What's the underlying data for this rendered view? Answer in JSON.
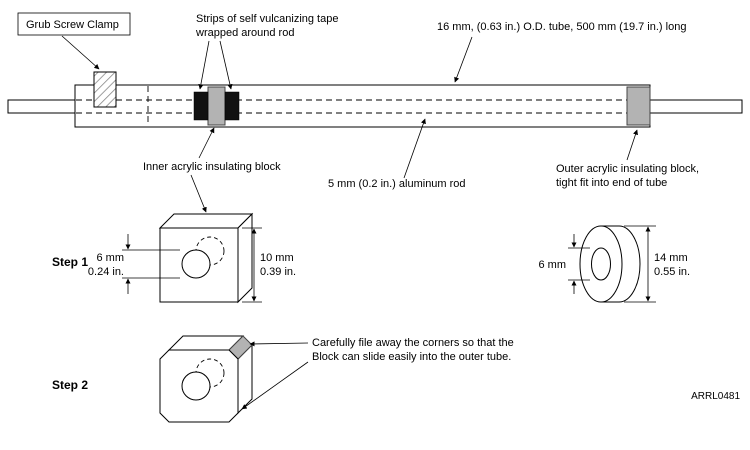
{
  "figure": {
    "code": "ARRL0481"
  },
  "assembly": {
    "clamp_label": "Grub Screw Clamp",
    "tape_label_line1": "Strips of self vulcanizing tape",
    "tape_label_line2": "wrapped around rod",
    "tube_label": "16 mm, (0.63 in.) O.D. tube, 500 mm (19.7 in.) long",
    "inner_block_label": "Inner acrylic insulating block",
    "rod_label": "5 mm (0.2 in.) aluminum rod",
    "outer_block_label_line1": "Outer acrylic insulating block,",
    "outer_block_label_line2": "tight fit into end of tube"
  },
  "step1": {
    "title": "Step 1",
    "hole_dim_mm": "6 mm",
    "hole_dim_in": "0.24 in.",
    "block_dim_mm": "10 mm",
    "block_dim_in": "0.39 in.",
    "outer_hole_dim": "6 mm",
    "outer_dim_mm": "14 mm",
    "outer_dim_in": "0.55 in."
  },
  "step2": {
    "title": "Step 2",
    "note_line1": "Carefully file away the corners so that the",
    "note_line2": "Block can slide easily into the outer tube."
  },
  "colors": {
    "line": "#000000",
    "background": "#ffffff",
    "block_gray": "#b3b3b3",
    "tape_black": "#111111"
  }
}
